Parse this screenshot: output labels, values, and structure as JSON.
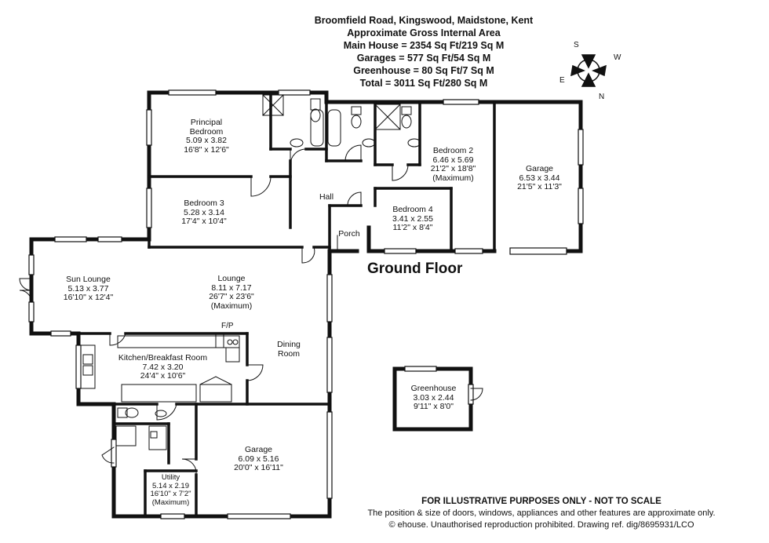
{
  "header": {
    "address": "Broomfield Road, Kingswood, Maidstone, Kent",
    "subtitle": "Approximate Gross Internal Area",
    "main_house": "Main House = 2354 Sq Ft/219 Sq M",
    "garages": "Garages = 577 Sq Ft/54 Sq M",
    "greenhouse": "Greenhouse = 80 Sq Ft/7 Sq M",
    "total": "Total = 3011 Sq Ft/280 Sq M"
  },
  "compass": {
    "s": "S",
    "w": "W",
    "e": "E",
    "n": "N"
  },
  "floor_label": "Ground Floor",
  "rooms": {
    "principal_bedroom": {
      "line1": "Principal",
      "line2": "Bedroom",
      "metric": "5.09 x 3.82",
      "imperial": "16'8\" x 12'6\""
    },
    "bedroom3": {
      "name": "Bedroom 3",
      "metric": "5.28 x 3.14",
      "imperial": "17'4\" x 10'4\""
    },
    "bedroom2": {
      "name": "Bedroom 2",
      "metric": "6.46 x 5.69",
      "imperial": "21'2\" x 18'8\"",
      "note": "(Maximum)"
    },
    "bedroom4": {
      "name": "Bedroom 4",
      "metric": "3.41 x 2.55",
      "imperial": "11'2\" x 8'4\""
    },
    "garage1": {
      "name": "Garage",
      "metric": "6.53 x 3.44",
      "imperial": "21'5\" x 11'3\""
    },
    "hall": {
      "name": "Hall"
    },
    "porch": {
      "name": "Porch"
    },
    "sun_lounge": {
      "name": "Sun Lounge",
      "metric": "5.13 x 3.77",
      "imperial": "16'10\" x 12'4\""
    },
    "lounge": {
      "name": "Lounge",
      "metric": "8.11 x 7.17",
      "imperial": "26'7\" x 23'6\"",
      "note": "(Maximum)"
    },
    "dining": {
      "line1": "Dining",
      "line2": "Room"
    },
    "kitchen": {
      "name": "Kitchen/Breakfast Room",
      "metric": "7.42 x 3.20",
      "imperial": "24'4\" x 10'6\""
    },
    "garage2": {
      "name": "Garage",
      "metric": "6.09 x 5.16",
      "imperial": "20'0\" x 16'11\""
    },
    "utility": {
      "name": "Utility",
      "metric": "5.14 x 2.19",
      "imperial": "16'10\" x 7'2\"",
      "note": "(Maximum)"
    },
    "greenhouse": {
      "name": "Greenhouse",
      "metric": "3.03 x 2.44",
      "imperial": "9'11\" x 8'0\""
    }
  },
  "fp_label": "F/P",
  "footer": {
    "line1": "FOR ILLUSTRATIVE PURPOSES ONLY - NOT TO SCALE",
    "line2": "The position & size of doors, windows, appliances and other features are approximate only.",
    "line3": "© ehouse. Unauthorised reproduction prohibited. Drawing ref. dig/8695931/LCO"
  }
}
